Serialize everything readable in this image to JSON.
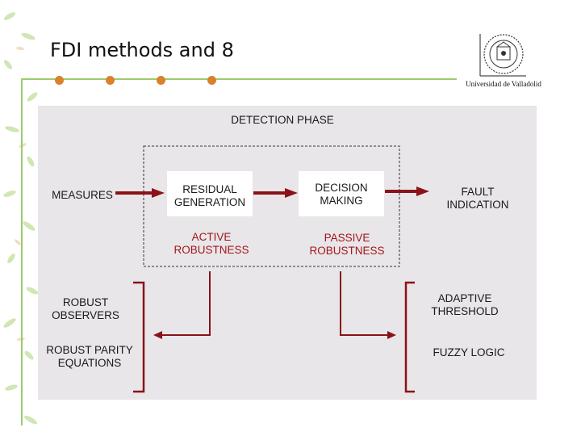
{
  "slide": {
    "title": "FDI methods and 8",
    "university": "Universidad de Valladolid"
  },
  "diagram": {
    "phase_label": "DETECTION PHASE",
    "measures": "MEASURES",
    "residual_line1": "RESIDUAL",
    "residual_line2": "GENERATION",
    "decision_line1": "DECISION",
    "decision_line2": "MAKING",
    "fault_line1": "FAULT",
    "fault_line2": "INDICATION",
    "active_line1": "ACTIVE",
    "active_line2": "ROBUSTNESS",
    "passive_line1": "PASSIVE",
    "passive_line2": "ROBUSTNESS",
    "robust_obs_line1": "ROBUST",
    "robust_obs_line2": "OBSERVERS",
    "parity_line1": "ROBUST PARITY",
    "parity_line2": "EQUATIONS",
    "adaptive_line1": "ADAPTIVE",
    "adaptive_line2": "THRESHOLD",
    "fuzzy": "FUZZY LOGIC"
  },
  "colors": {
    "arrow": "#8b1218",
    "red_text": "#a2161c",
    "accent_dot": "#d9822b",
    "green_rule": "#9ccb6e",
    "panel_bg": "#e8e6e8"
  }
}
